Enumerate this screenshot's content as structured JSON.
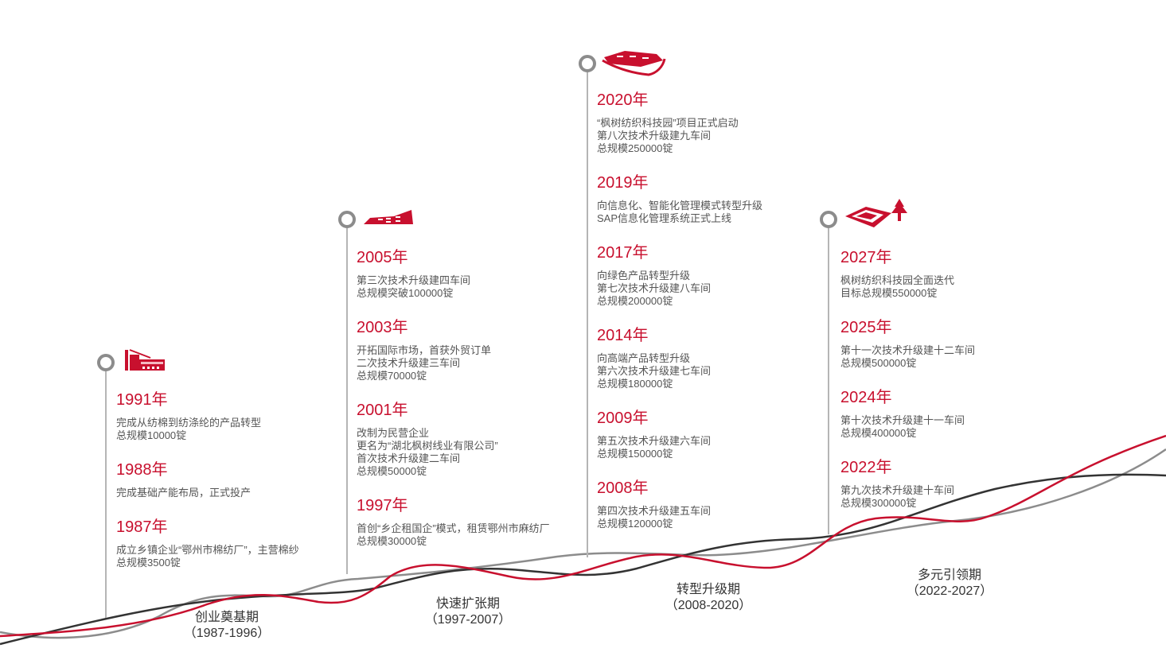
{
  "colors": {
    "accent": "#c8102e",
    "dark": "#333333",
    "grey": "#8c8c8c"
  },
  "columns": [
    {
      "icon": "factory-icon",
      "entries": [
        {
          "year": "1991年",
          "lines": [
            "完成从纺棉到纺涤纶的产品转型",
            "总规模10000锭"
          ]
        },
        {
          "year": "1988年",
          "lines": [
            "完成基础产能布局，正式投产"
          ]
        },
        {
          "year": "1987年",
          "lines": [
            "成立乡镇企业“鄂州市棉纺厂”，主营棉纱",
            "总规模3500锭"
          ]
        }
      ]
    },
    {
      "icon": "workshop-building-icon",
      "entries": [
        {
          "year": "2005年",
          "lines": [
            "第三次技术升级建四车间",
            "总规模突破100000锭"
          ]
        },
        {
          "year": "2003年",
          "lines": [
            "开拓国际市场，首获外贸订单",
            "二次技术升级建三车间",
            "总规模70000锭"
          ]
        },
        {
          "year": "2001年",
          "lines": [
            "改制为民营企业",
            "更名为“湖北枫树线业有限公司”",
            "首次技术升级建二车间",
            "总规模50000锭"
          ]
        },
        {
          "year": "1997年",
          "lines": [
            "首创“乡企租国企”模式，租赁鄂州市麻纺厂",
            "总规模30000锭"
          ]
        }
      ]
    },
    {
      "icon": "industrial-park-icon",
      "entries": [
        {
          "year": "2020年",
          "lines": [
            "“枫树纺织科技园”项目正式启动",
            "第八次技术升级建九车间",
            "总规模250000锭"
          ]
        },
        {
          "year": "2019年",
          "lines": [
            "向信息化、智能化管理模式转型升级",
            "SAP信息化管理系统正式上线"
          ]
        },
        {
          "year": "2017年",
          "lines": [
            "向绿色产品转型升级",
            "第七次技术升级建八车间",
            "总规模200000锭"
          ]
        },
        {
          "year": "2014年",
          "lines": [
            "向高端产品转型升级",
            "第六次技术升级建七车间",
            "总规模180000锭"
          ]
        },
        {
          "year": "2009年",
          "lines": [
            "第五次技术升级建六车间",
            "总规模150000锭"
          ]
        },
        {
          "year": "2008年",
          "lines": [
            "第四次技术升级建五车间",
            "总规模120000锭"
          ]
        }
      ]
    },
    {
      "icon": "campus-maple-icon",
      "entries": [
        {
          "year": "2027年",
          "lines": [
            "枫树纺织科技园全面迭代",
            "目标总规模550000锭"
          ]
        },
        {
          "year": "2025年",
          "lines": [
            "第十一次技术升级建十二车间",
            "总规模500000锭"
          ]
        },
        {
          "year": "2024年",
          "lines": [
            "第十次技术升级建十一车间",
            "总规模400000锭"
          ]
        },
        {
          "year": "2022年",
          "lines": [
            "第九次技术升级建十车间",
            "总规模300000锭"
          ]
        }
      ]
    }
  ],
  "phases": [
    {
      "name": "创业奠基期",
      "range": "（1987-1996）"
    },
    {
      "name": "快速扩张期",
      "range": "（1997-2007）"
    },
    {
      "name": "转型升级期",
      "range": "（2008-2020）"
    },
    {
      "name": "多元引领期",
      "range": "（2022-2027）"
    }
  ]
}
